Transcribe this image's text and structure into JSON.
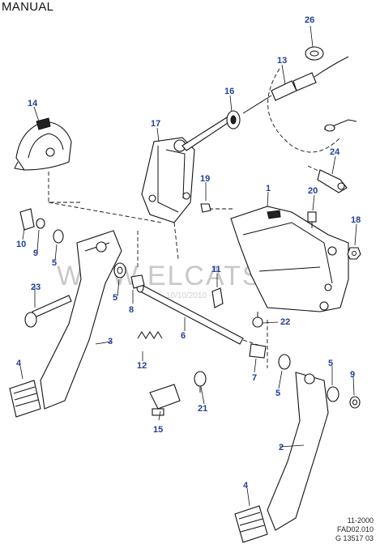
{
  "title": "MANUAL",
  "watermark": {
    "text": "WWW.ELCATS.RU",
    "date": "10/10/2010"
  },
  "reference": {
    "date": "11-2000",
    "code": "FAD02.010",
    "figure": "G 13517 03"
  },
  "callouts": {
    "c1": "1",
    "c2": "2",
    "c3": "3",
    "c4a": "4",
    "c4b": "4",
    "c5a": "5",
    "c5b": "5",
    "c5c": "5",
    "c5d": "5",
    "c6": "6",
    "c7": "7",
    "c8": "8",
    "c9a": "9",
    "c9b": "9",
    "c10": "10",
    "c11": "11",
    "c12": "12",
    "c13": "13",
    "c14": "14",
    "c15": "15",
    "c16": "16",
    "c17": "17",
    "c18": "18",
    "c19": "19",
    "c20": "20",
    "c21": "21",
    "c22": "22",
    "c23": "23",
    "c24": "24",
    "c26": "26"
  },
  "colors": {
    "callout": "#1f3f9c",
    "line": "#111111",
    "watermark": "#c9c9c9"
  }
}
